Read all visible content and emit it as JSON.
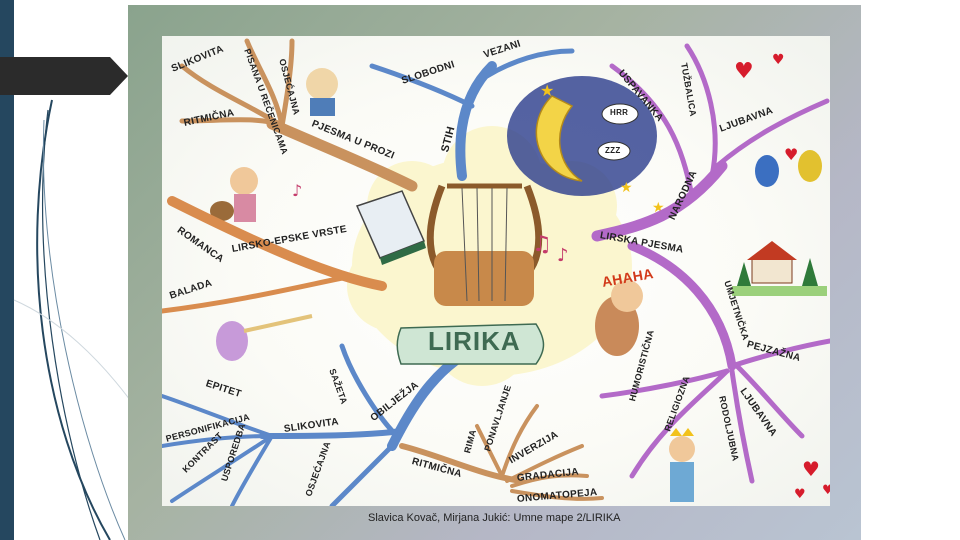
{
  "title": "LIRIKA",
  "credit": "Slavica Kovač, Mirjana Jukić: Umne mape 2/LIRIKA",
  "colors": {
    "frame": "#a6b3a2",
    "band": "#25475f",
    "branch_brown": "#c9925e",
    "branch_purple": "#b36ac8",
    "branch_blue": "#5c88c9",
    "branch_orange": "#d98c4e",
    "banner": "#cfe6d4",
    "title_text": "#3e6a52"
  },
  "labels": {
    "slikovita_top": "SLIKOVITA",
    "pisana_u_recenicama": "PISANA U REČENICAMA",
    "osjecajna_top": "OSJEĆAJNA",
    "ritmicna_top": "RITMIČNA",
    "pjesma_u_prozi": "PJESMA U PROZI",
    "slobodni": "SLOBODNI",
    "vezani": "VEZANI",
    "stih": "STIH",
    "romanca": "ROMANCA",
    "lirsko_epske_vrste": "LIRSKO-EPSKE VRSTE",
    "balada": "BALADA",
    "uspavanka": "USPAVANKA",
    "tuzbalica": "TUŽBALICA",
    "ljubavna_top": "LJUBAVNA",
    "narodna": "NARODNA",
    "lirska_pjesma": "LIRSKA PJESMA",
    "umjetnicka": "UMJETNIČKA",
    "pejzazna": "PEJZAŽNA",
    "humoristicna": "HUMORISTIČNA",
    "religiozna": "RELIGIOZNA",
    "rodoljubna": "RODOLJUBNA",
    "ljubavna_bottom": "LJUBAVNA",
    "epitet": "EPITET",
    "personifikacija": "PERSONIFIKACIJA",
    "kontrast": "KONTRAST",
    "usporedba": "USPOREDBA",
    "slikovita_bottom": "SLIKOVITA",
    "sazeta": "SAŽETA",
    "obiljezja": "OBILJEŽJA",
    "osjecajna_bottom": "OSJEĆAJNA",
    "ritmicna_bottom": "RITMIČNA",
    "rima": "RIMA",
    "ponavljanje": "PONAVLJANJE",
    "inverzija": "INVERZIJA",
    "gradacija": "GRADACIJA",
    "onomatopeja": "ONOMATOPEJA",
    "hrr": "HRR",
    "zzz": "ZZZ",
    "ahaha": "AHAHA"
  }
}
